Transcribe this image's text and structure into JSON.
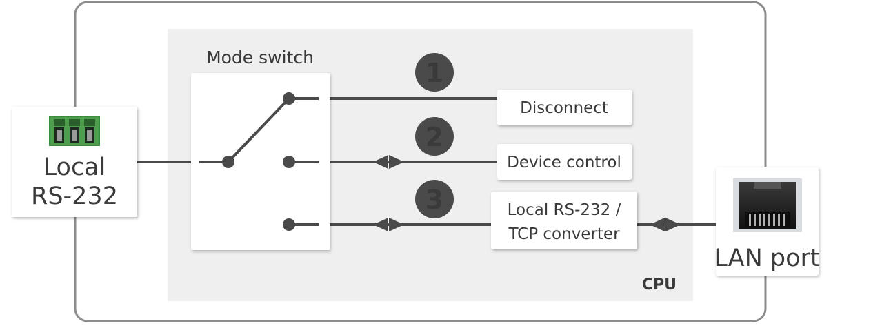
{
  "cpu_label": "CPU",
  "mode_switch_label": "Mode switch",
  "local_port": {
    "label_line1": "Local",
    "label_line2": "RS-232",
    "icon": "terminal-block-connector-icon"
  },
  "lan_port": {
    "label": "LAN port",
    "icon": "rj45-ethernet-jack-icon"
  },
  "modes": [
    {
      "number": "1",
      "target_line1": "Disconnect",
      "target_line2": ""
    },
    {
      "number": "2",
      "target_line1": "Device control",
      "target_line2": ""
    },
    {
      "number": "3",
      "target_line1": "Local RS-232 /",
      "target_line2": "TCP converter"
    }
  ],
  "colors": {
    "line": "#4a4a4a",
    "badge": "#4a4a4a",
    "cpu_area": "#efefef",
    "outer_border": "#8c8c8c",
    "connector_green": "#3c8a3c"
  }
}
